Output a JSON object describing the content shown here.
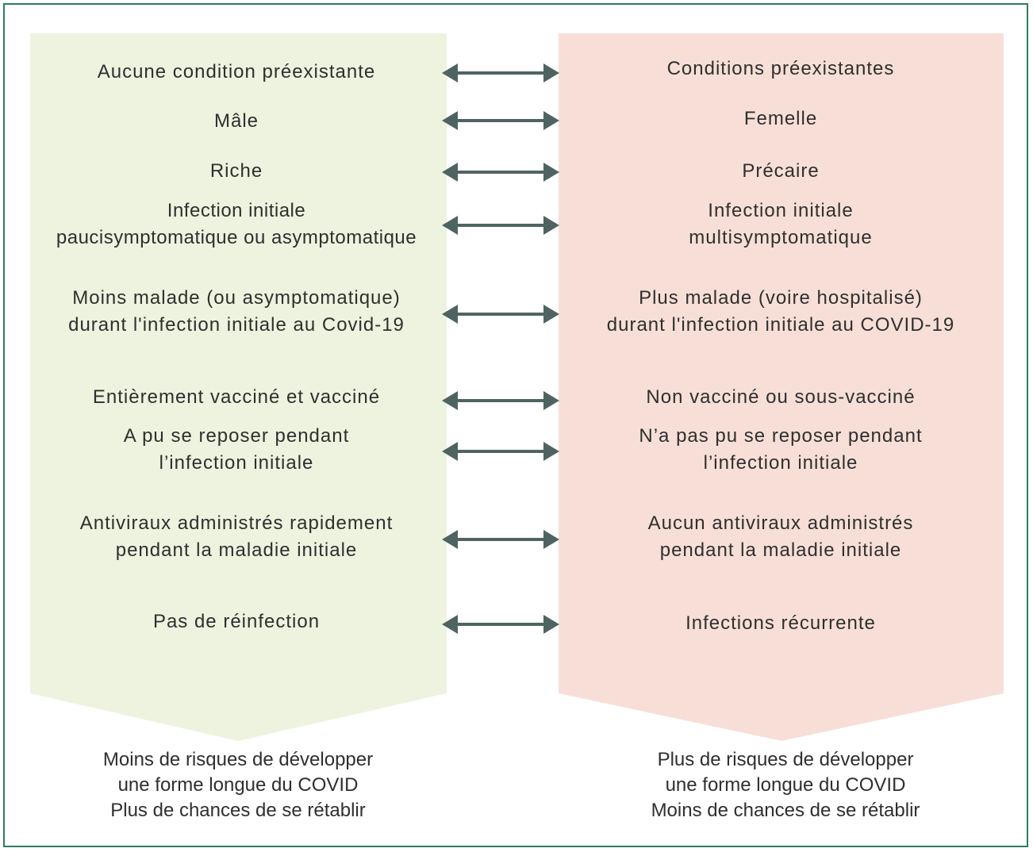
{
  "colors": {
    "left_panel": "#edf3df",
    "right_panel": "#f7dfd8",
    "arrow": "#4f6462",
    "border": "#2f7a62"
  },
  "rows": [
    {
      "left": [
        "Aucune condition préexistante"
      ],
      "right": [
        "Conditions préexistantes"
      ]
    },
    {
      "left": [
        "Mâle"
      ],
      "right": [
        "Femelle"
      ]
    },
    {
      "left": [
        "Riche"
      ],
      "right": [
        "Précaire"
      ]
    },
    {
      "left": [
        "Infection initiale",
        "paucisymptomatique ou asymptomatique"
      ],
      "right": [
        "Infection initiale",
        "multisymptomatique"
      ]
    },
    {
      "left": [
        "Moins malade (ou asymptomatique)",
        "durant l'infection initiale au Covid-19"
      ],
      "right": [
        "Plus malade (voire hospitalisé)",
        "durant l'infection initiale au COVID-19"
      ]
    },
    {
      "left": [
        "Entièrement vacciné et vacciné"
      ],
      "right": [
        "Non vacciné ou sous-vacciné"
      ]
    },
    {
      "left": [
        "A pu se reposer pendant",
        "l’infection initiale"
      ],
      "right": [
        "N’a pas pu se reposer pendant",
        "l’infection initiale"
      ]
    },
    {
      "left": [
        "Antiviraux administrés rapidement",
        "pendant la maladie initiale"
      ],
      "right": [
        "Aucun antiviraux administrés",
        "pendant la maladie initiale"
      ]
    },
    {
      "left": [
        "Pas de réinfection"
      ],
      "right": [
        "Infections récurrente"
      ]
    }
  ],
  "outcome_left": [
    "Moins de risques de développer",
    "une forme longue du COVID",
    "Plus de chances de se rétablir"
  ],
  "outcome_right": [
    "Plus de risques de développer",
    "une forme longue du COVID",
    "Moins de chances de se rétablir"
  ]
}
